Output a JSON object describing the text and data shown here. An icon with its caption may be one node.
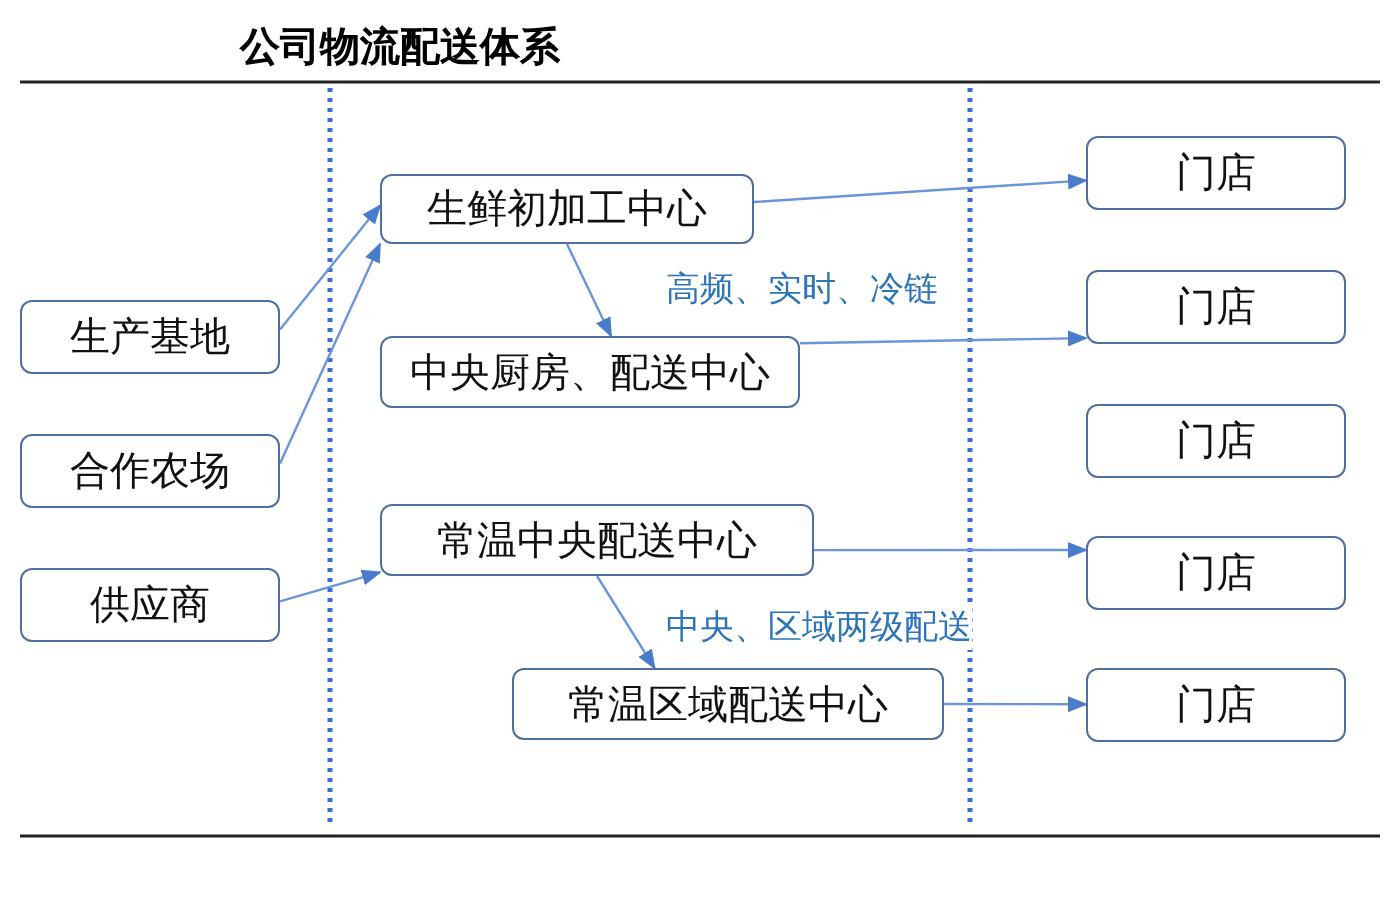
{
  "diagram": {
    "title": "公司物流配送体系",
    "nodes": [
      {
        "text": [
          "生产基地"
        ]
      },
      {
        "text": [
          "合作农场"
        ]
      },
      {
        "text": [
          "供应商"
        ]
      },
      {
        "text": [
          "生鲜初加工中心"
        ]
      },
      {
        "text": [
          "中央厨房、配送中心"
        ]
      },
      {
        "text": [
          "常温中央配送中心"
        ]
      },
      {
        "text": [
          "常温区域配送中心"
        ]
      },
      {
        "text": [
          "门店"
        ]
      },
      {
        "text": [
          "门店"
        ]
      },
      {
        "text": [
          "门店"
        ]
      },
      {
        "text": [
          "门店"
        ]
      },
      {
        "text": [
          "门店"
        ]
      }
    ],
    "edges": [
      {
        "from": 0,
        "to": 3,
        "arrow": "to"
      },
      {
        "from": 1,
        "to": 3,
        "arrow": "to"
      },
      {
        "from": 2,
        "to": 5,
        "arrow": "to"
      },
      {
        "from": 3,
        "to": 4,
        "arrow": "to"
      },
      {
        "from": 5,
        "to": 6,
        "arrow": "to"
      },
      {
        "from": 3,
        "to": 7,
        "arrow": "to"
      },
      {
        "from": 4,
        "to": 8,
        "arrow": "to"
      },
      {
        "from": 5,
        "to": 10,
        "arrow": "to"
      },
      {
        "from": 6,
        "to": 11,
        "arrow": "to"
      }
    ],
    "labels": [
      "高频、实时、冷链",
      "中央、区域两级配送"
    ]
  }
}
